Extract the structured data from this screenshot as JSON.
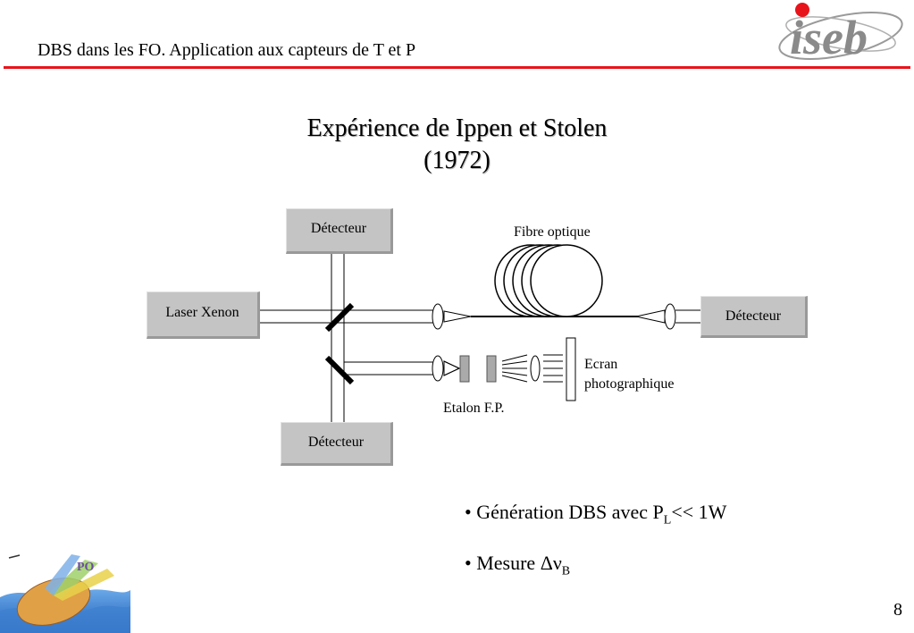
{
  "header": {
    "title": "DBS dans les FO. Application aux capteurs de T et P",
    "rule_color": "#e8141b"
  },
  "logo": {
    "text": "iseb"
  },
  "slide": {
    "title_line1": "Expérience de Ippen et Stolen",
    "title_line2": "(1972)"
  },
  "diagram": {
    "detector_top": "Détecteur",
    "detector_bottom": "Détecteur",
    "detector_right": "Détecteur",
    "laser": "Laser Xenon",
    "fiber": "Fibre optique",
    "screen_line1": "Ecran",
    "screen_line2": "photographique",
    "etalon": "Etalon F.P."
  },
  "bullets": [
    {
      "prefix": "• Génération DBS avec P",
      "sub": "L",
      "suffix": "<< 1W"
    },
    {
      "prefix": "• Mesure ",
      "symbol": "Δν",
      "sub": "B"
    }
  ],
  "page_number": "8"
}
